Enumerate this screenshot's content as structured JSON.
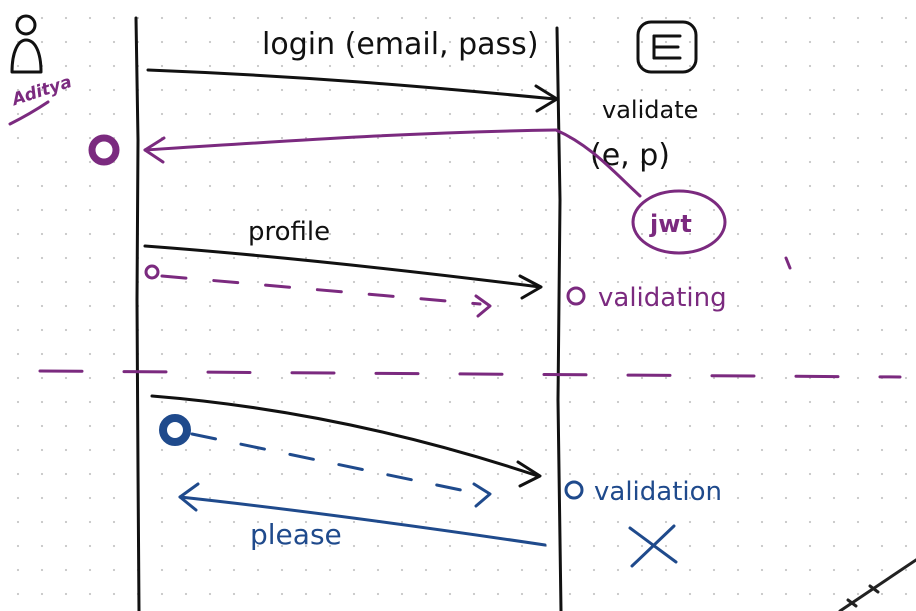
{
  "colors": {
    "ink": "#111111",
    "purple": "#7b2a7f",
    "navy": "#1f4a8c"
  },
  "actors": {
    "user_label": "Aditya",
    "user_icon": "person-icon",
    "server_icon": "server-icon"
  },
  "messages": {
    "login": "login (email, pass)",
    "validate": "validate",
    "validate_args": "(e, p)",
    "jwt": "jwt",
    "profile": "profile",
    "validating": "validating",
    "validation": "validation",
    "please": "please"
  }
}
